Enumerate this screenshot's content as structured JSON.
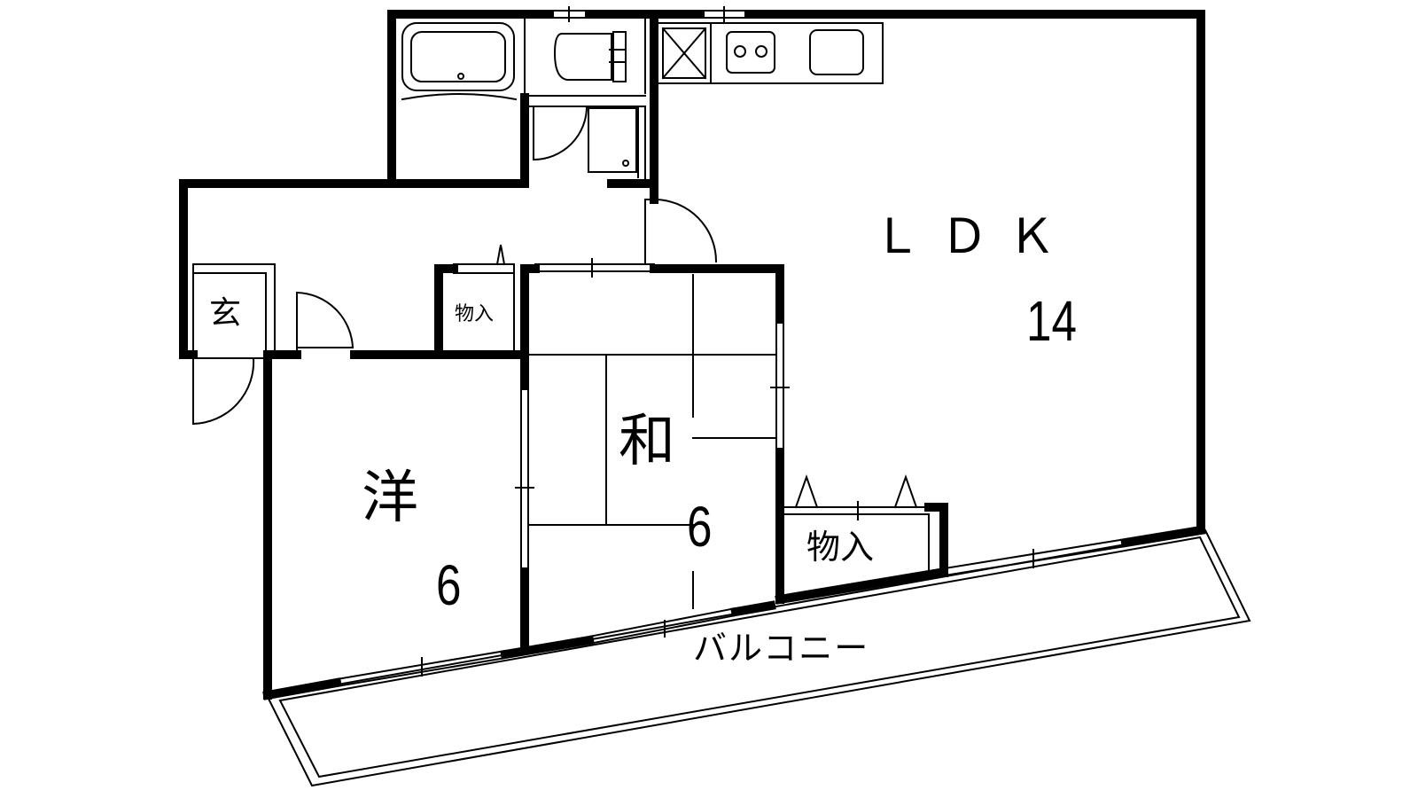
{
  "rooms": {
    "ldk": {
      "name": "ＬＤＫ",
      "size": "14"
    },
    "washitsu": {
      "name": "和",
      "size": "6"
    },
    "youshitsu": {
      "name": "洋",
      "size": "6"
    },
    "genkan": {
      "name": "玄"
    },
    "storage_small": {
      "name": "物入"
    },
    "storage_large": {
      "name": "物入"
    },
    "balcony": {
      "name": "バルコニー"
    }
  },
  "colors": {
    "wall": "#000000",
    "background": "#ffffff",
    "line": "#000000"
  }
}
